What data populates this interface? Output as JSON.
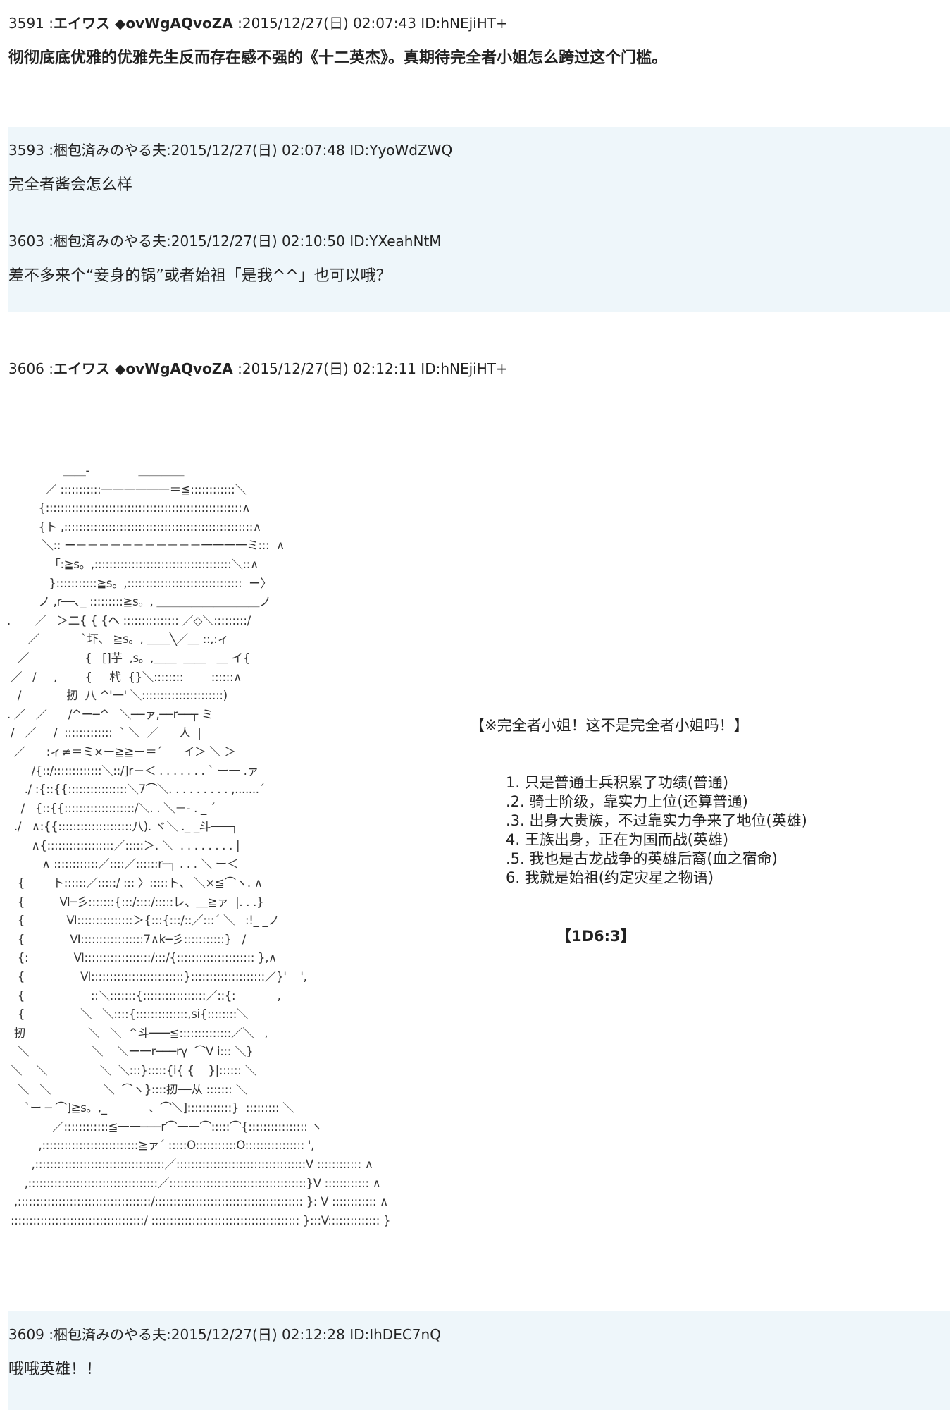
{
  "posts": [
    {
      "number": "3591",
      "name": "エイワス ◆ovWgAQvoZA",
      "date": "2015/12/27(日) 02:07:43",
      "id": "ID:hNEjiHT+",
      "body": "彻彻底底优雅的优雅先生反而存在感不强的《十二英杰》。真期待完全者小姐怎么跨过这个门槛。"
    },
    {
      "number": "3593",
      "name": "梱包済みのやる夫",
      "date": "2015/12/27(日) 02:07:48",
      "id": "ID:YyoWdZWQ",
      "body": "完全者酱会怎么样"
    },
    {
      "number": "3603",
      "name": "梱包済みのやる夫",
      "date": "2015/12/27(日) 02:10:50",
      "id": "ID:YXeahNtM",
      "body": "差不多来个“妾身的锅”或者始祖「是我^^」也可以哦？"
    },
    {
      "number": "3606",
      "name": "エイワス ◆ovWgAQvoZA",
      "date": "2015/12/27(日) 02:12:11",
      "id": "ID:hNEjiHT+",
      "body": ""
    },
    {
      "number": "3609",
      "name": "梱包済みのやる夫",
      "date": "2015/12/27(日) 02:12:28",
      "id": "ID:IhDEC7nQ",
      "body": "哦哦英雄！！"
    }
  ],
  "aa_lines": [
    "                ＿＿-              ＿＿＿＿",
    "           ／ :::::::::::一一一一一一＝≦::::::::::::＼",
    "         {:::::::::::::::::::::::::::::::::::::::::::::::::::::∧",
    "         {ト ,:::::::::::::::::::::::::::::::::::::::::::::::::::∧",
    "          ＼:: ー－－－－－－－－－－－一一一一ミ:::  ∧",
    "            「:≧s。,:::::::::::::::::::::::::::::::::::::＼::∧",
    "            }:::::::::::≧s。,:::::::::::::::::::::::::::::::  ー〉",
    "         ノ ,r──､_ :::::::::≧s。, ＿＿＿＿＿＿＿＿＿ノ",
    ".       ／   ＞二{ { {ヘ ::::::::::::::: ／◇＼:::::::::/",
    "      ／            `圷、 ≧s。, ＿＿╲／＿ ::,:ィ",
    "   ／                {   []芋  ,s。,＿＿  ＿＿   ＿ イ{",
    " ／   /     ,        {     杙  {}＼::::::::        ::::::∧",
    "   /             扨  八 ^'一' ＼::::::::::::::::::::::)",
    ". ／   ／      /^ー─^   ＼──ァ,──r──┬ ミ",
    " /   ／     /  :::::::::::::  ` ＼  ／      人  |",
    "  ／      :ィ≠＝ミ×ー≧≧ー＝´      イ＞ ＼ ＞",
    "       /{::/:::::::::::::＼::/]r－＜ . . . . . . . ` ー一 .ァ",
    "     ./ :{::{{::::::::::::::::＼7⌒＼. . . . . . . . . ,.......´",
    "    /   {::{{:::::::::::::::::::/＼. . ＼－- . _ ´",
    "  ./   ∧:{{::::::::::::::::::::八). ヾ＼ ._ _斗───┐",
    "       ∧{::::::::::::::::::／:::::＞. ＼  . . . . . . . . |",
    "          ∧ ::::::::::::／::::／::::::r─┐ . . . ＼ ー＜",
    "   {        ト::::::／:::::/ ::: 〉:::::ト、 ＼×≦⌒ヽ. ∧",
    "   {          Ⅵ─彡:::::::{:::/::::/:::::レ、＿≧ァ  |. . .}",
    "   {            Ⅵ:::::::::::::::＞{:::{:::/::／:::´ ＼   :!_ _ノ",
    "   {             Ⅵ:::::::::::::::::7∧k─彡:::::::::::}   /",
    "   {:             Ⅵ::::::::::::::::::/:::/{::::::::::::::::::::: },∧",
    "   {                Ⅵ:::::::::::::::::::::::::}::::::::::::::::::::／}'    ',",
    "   {                   ::＼:::::::{:::::::::::::::::／::{:            ,",
    "   {                ＼   ＼::::{::::::::::::::,si{::::::::＼",
    "  扨                  ＼   ＼  ^斗───≦::::::::::::::／＼   ,",
    "   ＼                  ＼    ＼ー一r───rγ  ⌒V i::: ＼}",
    " ＼    ＼               ＼  ＼:::}:::::{i{ {    }|:::::: ＼",
    "   ＼   ＼               ＼  ⌒ヽ}::::扨──从 ::::::: ＼",
    "     `ー ─ ⌒]≧s。,_            、⌒＼]::::::::::::}  ::::::::: ＼",
    "             ／::::::::::::≦一一───r⌒一一⌒:::::⌒{:::::::::::::::: ヽ",
    "         ,::::::::::::::::::::::::::≧ァ´ :::::O:::::::::::O:::::::::::::::: ',",
    "       ,:::::::::::::::::::::::::::::::::::／:::::::::::::::::::::::::::::::::::V :::::::::::: ∧",
    "     ,:::::::::::::::::::::::::::::::::::／:::::::::::::::::::::::::::::::::::::}V :::::::::::: ∧",
    "  ,::::::::::::::::::::::::::::::::::::/:::::::::::::::::::::::::::::::::::::::: }: V :::::::::::: ∧",
    " ::::::::::::::::::::::::::::::::::::/ :::::::::::::::::::::::::::::::::::::::: }:::V:::::::::::::: }"
  ],
  "side_panel": {
    "heading": "【※完全者小姐！这不是完全者小姐吗！】",
    "choices": [
      "  1. 只是普通士兵积累了功绩(普通)",
      " .2. 骑士阶级，靠实力上位(还算普通)",
      ".3. 出身大贵族，不过靠实力争来了地位(英雄)",
      "  4. 王族出身，正在为国而战(英雄)",
      " .5. 我也是古龙战争的英雄后裔(血之宿命)",
      "  6. 我就是始祖(约定灾星之物语)"
    ],
    "dice": "【1D6:3】"
  },
  "colors": {
    "band": "#eef6fa",
    "text": "#222222"
  }
}
